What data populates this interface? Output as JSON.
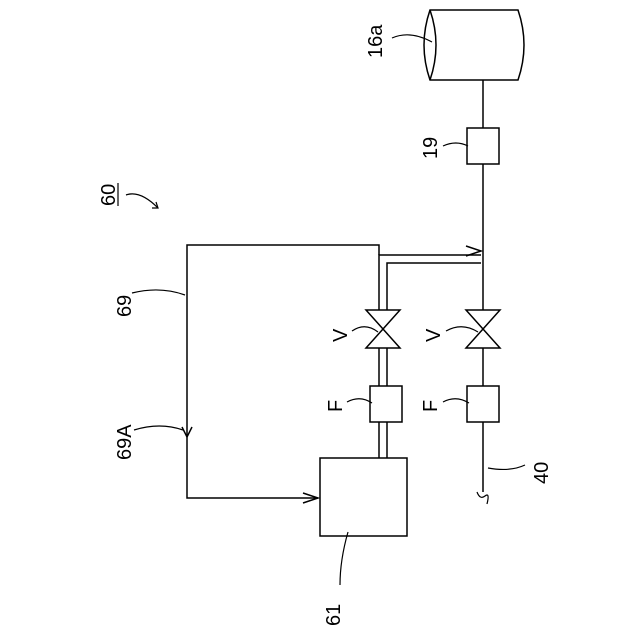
{
  "figure": {
    "ref_numeral": "60"
  },
  "tank": {
    "label": "16a"
  },
  "unit_19": {
    "label": "19"
  },
  "valves": [
    {
      "label": "V"
    },
    {
      "label": "V"
    }
  ],
  "filters": [
    {
      "label": "F"
    },
    {
      "label": "F"
    }
  ],
  "lines": {
    "line_69": "69",
    "line_69A": "69A",
    "line_40": "40"
  },
  "unit_61": {
    "label": "61"
  }
}
